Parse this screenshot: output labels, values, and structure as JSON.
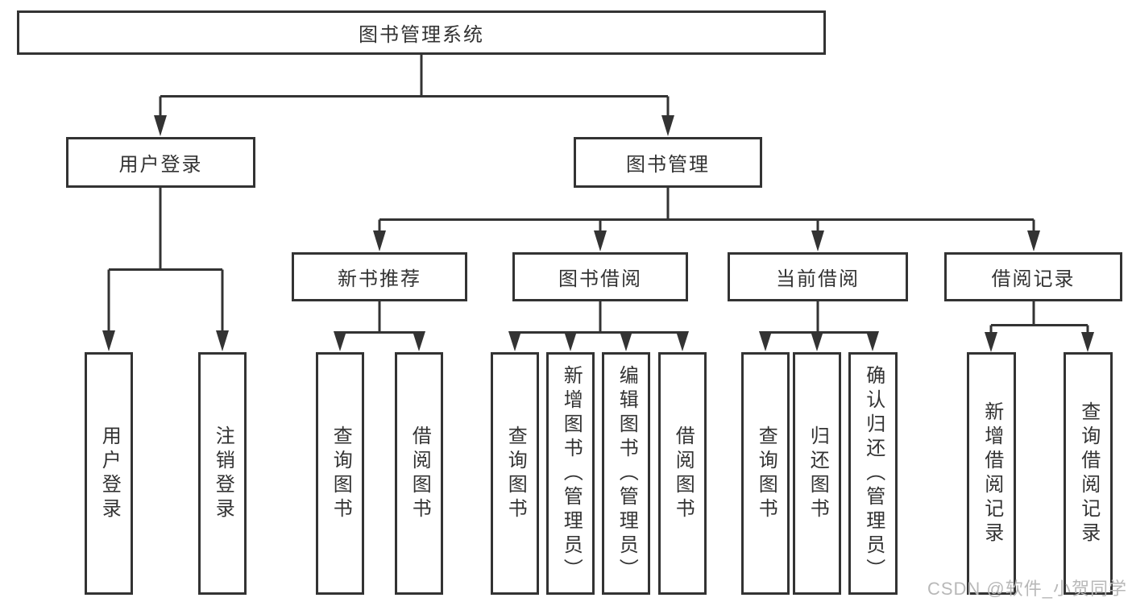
{
  "colors": {
    "line": "#333333",
    "background": "#ffffff",
    "watermark": "#b8b8b8"
  },
  "watermark": {
    "text": "CSDN @软件_小贺同学"
  },
  "diagram": {
    "root": {
      "label": "图书管理系统"
    },
    "level2": [
      {
        "label": "用户登录"
      },
      {
        "label": "图书管理"
      }
    ],
    "level3": [
      {
        "label": "新书推荐"
      },
      {
        "label": "图书借阅"
      },
      {
        "label": "当前借阅"
      },
      {
        "label": "借阅记录"
      }
    ],
    "leaves": [
      {
        "label": "用户登录"
      },
      {
        "label": "注销登录"
      },
      {
        "label": "查询图书"
      },
      {
        "label": "借阅图书"
      },
      {
        "label": "查询图书"
      },
      {
        "label": "新增图书（管理员）"
      },
      {
        "label": "编辑图书（管理员）"
      },
      {
        "label": "借阅图书"
      },
      {
        "label": "查询图书"
      },
      {
        "label": "归还图书"
      },
      {
        "label": "确认归还（管理员）"
      },
      {
        "label": "新增借阅记录"
      },
      {
        "label": "查询借阅记录"
      }
    ]
  }
}
